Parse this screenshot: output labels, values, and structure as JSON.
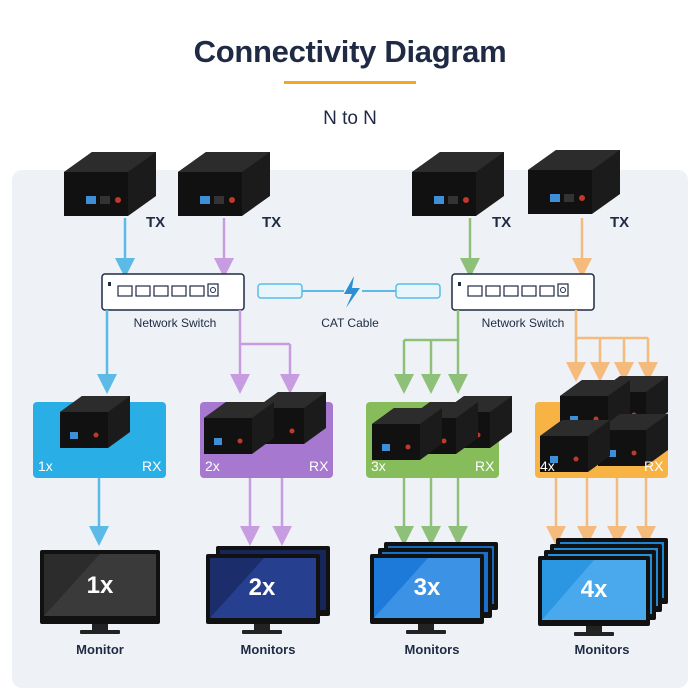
{
  "header": {
    "title": "Connectivity Diagram",
    "subtitle": "N to N"
  },
  "transmitters": [
    {
      "label": "TX",
      "line_color": "#5bbbe6"
    },
    {
      "label": "TX",
      "line_color": "#c79ce0"
    },
    {
      "label": "TX",
      "line_color": "#8fc07a"
    },
    {
      "label": "TX",
      "line_color": "#f5bb7c"
    }
  ],
  "switches": [
    {
      "label": "Network Switch"
    },
    {
      "label": "Network Switch"
    }
  ],
  "cable": {
    "label": "CAT Cable"
  },
  "receiver_groups": [
    {
      "count_label": "1x",
      "rx_label": "RX",
      "color": "#29aee6",
      "monitor_count": "1x",
      "monitor_label": "Monitor"
    },
    {
      "count_label": "2x",
      "rx_label": "RX",
      "color": "#a678cf",
      "monitor_count": "2x",
      "monitor_label": "Monitors"
    },
    {
      "count_label": "3x",
      "rx_label": "RX",
      "color": "#86bd5a",
      "monitor_count": "3x",
      "monitor_label": "Monitors"
    },
    {
      "count_label": "4x",
      "rx_label": "RX",
      "color": "#f7b343",
      "monitor_count": "4x",
      "monitor_label": "Monitors"
    }
  ],
  "colors": {
    "accent": "#f5a623",
    "device": "#1b1b1b",
    "screen_dark": "#1b2d6b",
    "screen_blue": "#1e7ad8"
  }
}
